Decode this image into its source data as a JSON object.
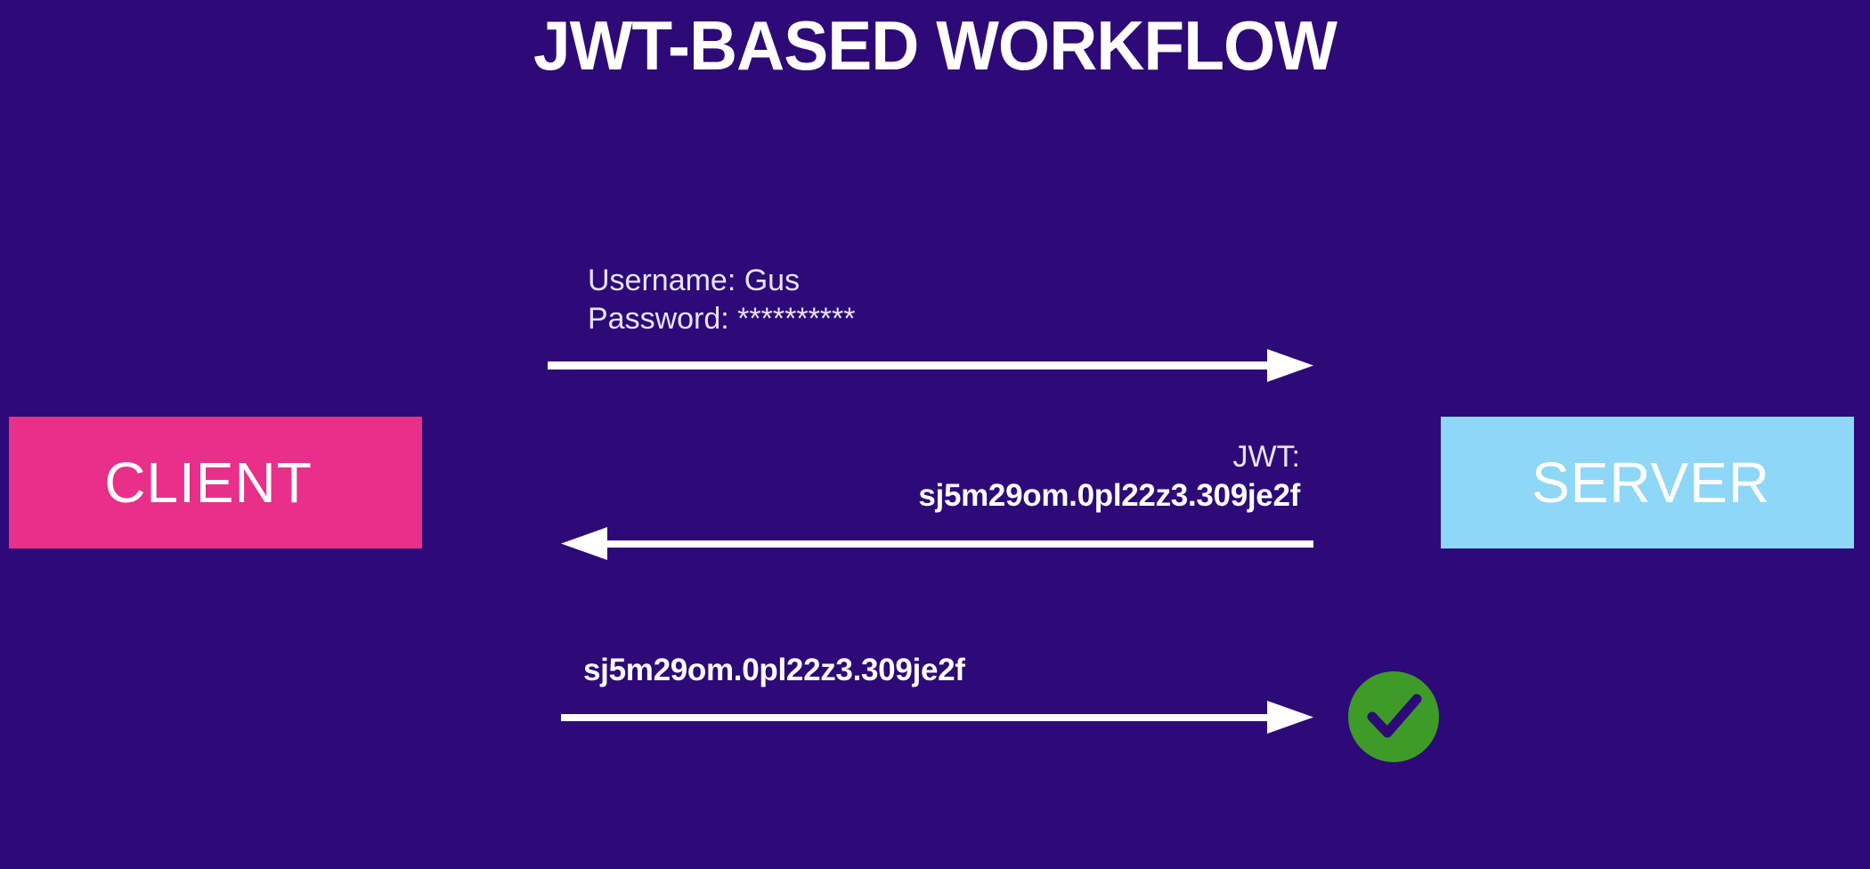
{
  "page": {
    "title": "JWT-BASED WORKFLOW",
    "background_color": "#2d0a78"
  },
  "endpoints": {
    "client": {
      "label": "CLIENT",
      "color": "#e8308a",
      "text_color": "#ffffff"
    },
    "server": {
      "label": "SERVER",
      "color": "#8ed7f7",
      "text_color": "#ffffff"
    }
  },
  "messages": [
    {
      "id": "credentials",
      "direction": "client-to-server",
      "line1": "Username: Gus",
      "line2": "Password: **********",
      "bold": false
    },
    {
      "id": "jwt-issued",
      "direction": "server-to-client",
      "line1": "JWT:",
      "line2": "sj5m29om.0pl22z3.309je2f",
      "bold": true
    },
    {
      "id": "jwt-presented",
      "direction": "client-to-server",
      "line1": "sj5m29om.0pl22z3.309je2f",
      "bold": true
    }
  ],
  "status": {
    "badge": "check-mark",
    "badge_color": "#3f9b28",
    "check_color": "#2d0a78"
  },
  "arrows": {
    "color": "#ffffff"
  }
}
